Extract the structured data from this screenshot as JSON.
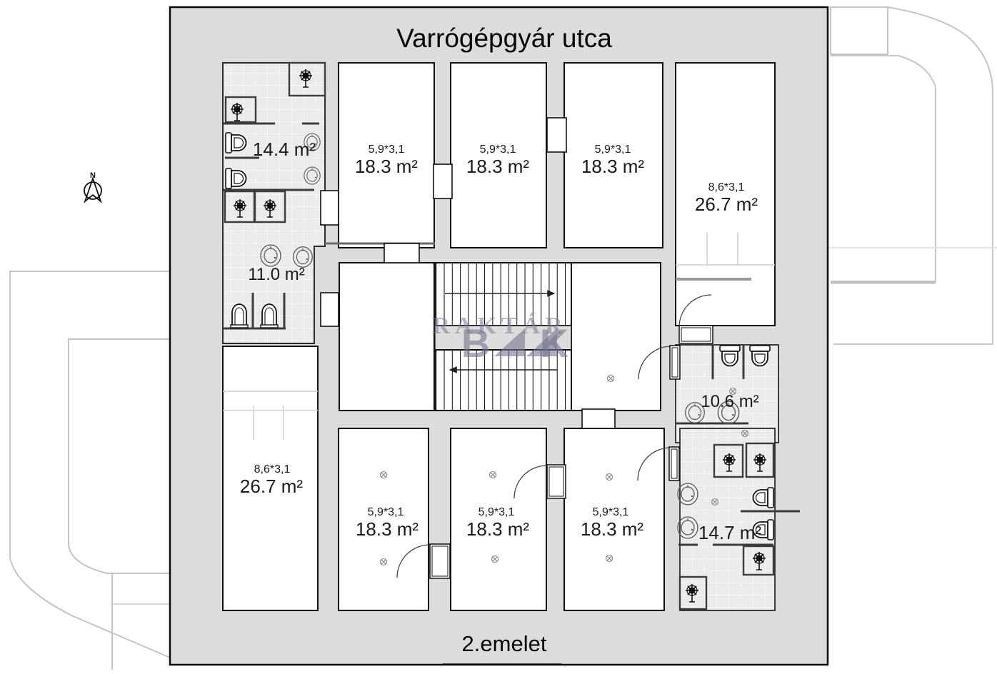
{
  "title": "Varrógépgyár utca",
  "floor_label": "2.emelet",
  "compass": {
    "label": "N"
  },
  "watermark": {
    "line1": "RAKTÁR",
    "b": "B",
    "k": "K",
    "brand": "RAKTÁR BANK"
  },
  "rooms": {
    "bathroom_top_left": {
      "area": "14.4 m²"
    },
    "bathroom_left": {
      "area": "11.0 m²"
    },
    "top_room_1": {
      "dims": "5,9*3,1",
      "area": "18.3 m²"
    },
    "top_room_2": {
      "dims": "5,9*3,1",
      "area": "18.3 m²"
    },
    "top_room_3": {
      "dims": "5,9*3,1",
      "area": "18.3 m²"
    },
    "top_right_room": {
      "dims": "8,6*3,1",
      "area": "26.7 m²"
    },
    "bottom_left_room": {
      "dims": "8,6*3,1",
      "area": "26.7 m²"
    },
    "bottom_room_1": {
      "dims": "5,9*3,1",
      "area": "18.3 m²"
    },
    "bottom_room_2": {
      "dims": "5,9*3,1",
      "area": "18.3 m²"
    },
    "bottom_room_3": {
      "dims": "5,9*3,1",
      "area": "18.3 m²"
    },
    "bathroom_right_upper": {
      "area": "10.6 m²"
    },
    "bathroom_right_lower": {
      "area": "14.7 m²"
    }
  },
  "colors": {
    "building_fill": "#dcdcdc",
    "room_fill": "#ffffff",
    "tile_fill": "#ebebeb",
    "wall_stroke": "#0a0a0a",
    "site_outline": "#c4c4c4",
    "watermark": "#7d7d96"
  }
}
